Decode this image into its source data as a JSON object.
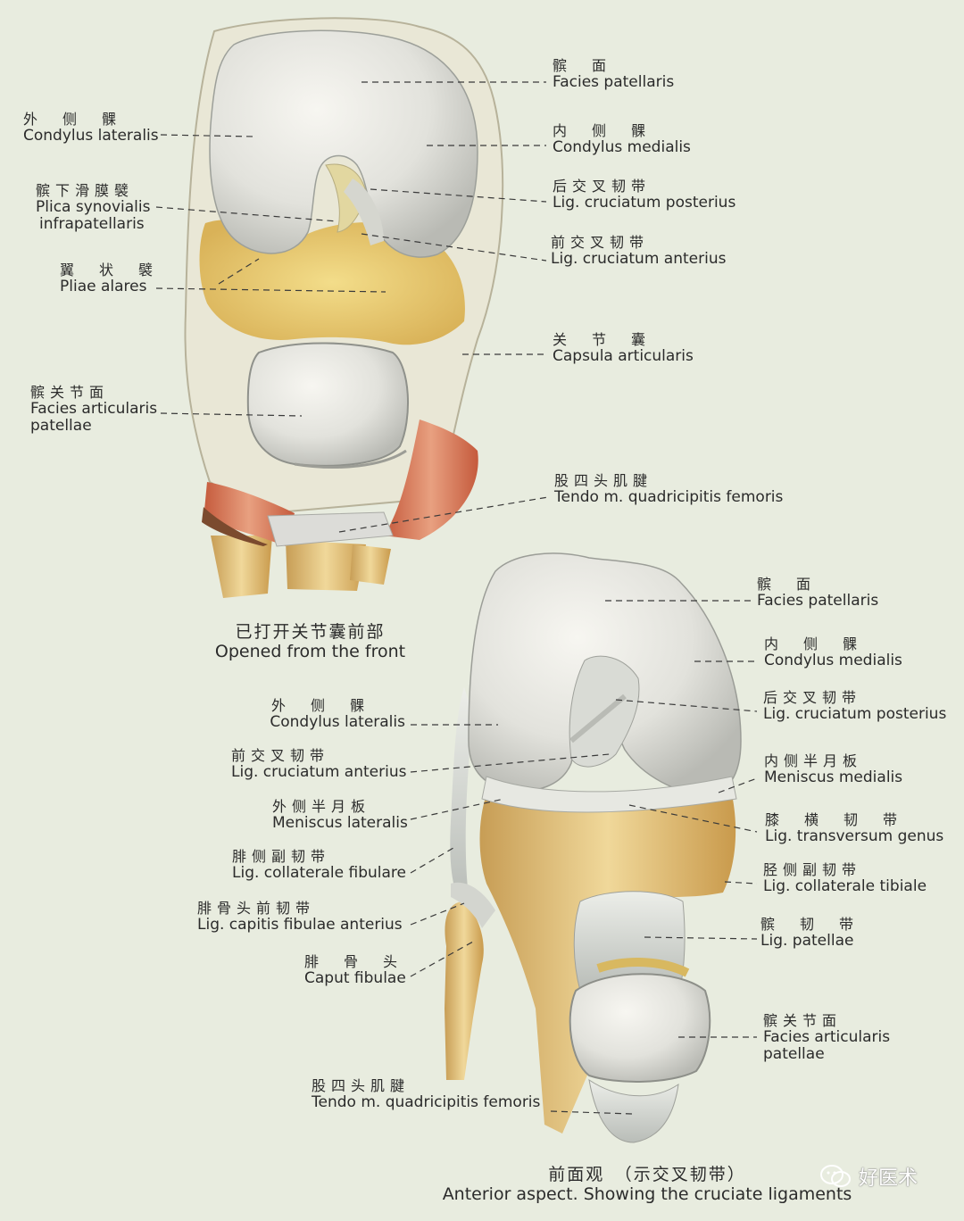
{
  "top": {
    "labels": [
      {
        "id": "facies-patellaris",
        "zh": "髌　面",
        "en": "Facies patellaris"
      },
      {
        "id": "condylus-lateralis",
        "zh": "外　侧　髁",
        "en": "Condylus lateralis"
      },
      {
        "id": "condylus-medialis",
        "zh": "内　侧　髁",
        "en": "Condylus medialis"
      },
      {
        "id": "plica-synovialis",
        "zh": "髌下滑膜襞",
        "en": "Plica synovialis",
        "en2": "infrapatellaris"
      },
      {
        "id": "lig-cruciatum-posterius",
        "zh": "后交叉韧带",
        "en": "Lig. cruciatum posterius"
      },
      {
        "id": "lig-cruciatum-anterius",
        "zh": "前交叉韧带",
        "en": "Lig.  cruciatum anterius"
      },
      {
        "id": "pliae-alares",
        "zh": "翼　状　襞",
        "en": "Pliae alares"
      },
      {
        "id": "capsula-articularis",
        "zh": "关　节　囊",
        "en": "Capsula articularis"
      },
      {
        "id": "facies-articularis-patellae",
        "zh": "髌关节面",
        "en": "Facies articularis",
        "en2": "patellae"
      },
      {
        "id": "tendo-quadricipitis",
        "zh": "股四头肌腱",
        "en": "Tendo m.  quadricipitis femoris"
      }
    ],
    "caption_zh": "已打开关节囊前部",
    "caption_en": "Opened from the front"
  },
  "bottom": {
    "labels": [
      {
        "id": "facies-patellaris",
        "zh": "髌　面",
        "en": "Facies patellaris"
      },
      {
        "id": "condylus-medialis",
        "zh": "内　侧　髁",
        "en": "Condylus medialis"
      },
      {
        "id": "condylus-lateralis",
        "zh": "外　侧　髁",
        "en": "Condylus lateralis"
      },
      {
        "id": "lig-cruciatum-posterius",
        "zh": "后交叉韧带",
        "en": "Lig. cruciatum posterius"
      },
      {
        "id": "lig-cruciatum-anterius",
        "zh": "前交叉韧带",
        "en": "Lig.  cruciatum anterius"
      },
      {
        "id": "meniscus-medialis",
        "zh": "内侧半月板",
        "en": "Meniscus medialis"
      },
      {
        "id": "meniscus-lateralis",
        "zh": "外侧半月板",
        "en": "Meniscus lateralis"
      },
      {
        "id": "lig-transversum-genus",
        "zh": "膝　横　韧　带",
        "en": "Lig. transversum genus"
      },
      {
        "id": "lig-collaterale-fibulare",
        "zh": "腓侧副韧带",
        "en": "Lig. collaterale fibulare"
      },
      {
        "id": "lig-collaterale-tibiale",
        "zh": "胫侧副韧带",
        "en": "Lig. collaterale tibiale"
      },
      {
        "id": "lig-capitis-fibulae",
        "zh": "腓骨头前韧带",
        "en": "Lig.  capitis fibulae anterius"
      },
      {
        "id": "lig-patellae",
        "zh": "髌　韧　带",
        "en": "Lig.  patellae"
      },
      {
        "id": "caput-fibulae",
        "zh": "腓　骨　头",
        "en": "Caput fibulae"
      },
      {
        "id": "facies-articularis-patellae",
        "zh": "髌关节面",
        "en": "Facies articularis",
        "en2": "patellae"
      },
      {
        "id": "tendo-quadricipitis",
        "zh": "股四头肌腱",
        "en": "Tendo m. quadricipitis femoris"
      }
    ],
    "caption_zh": "前面观　（示交叉韧带）",
    "caption_en": "Anterior aspect. Showing the cruciate ligaments"
  },
  "watermark": {
    "text": "好医术",
    "icon": "wechat-logo-icon"
  }
}
